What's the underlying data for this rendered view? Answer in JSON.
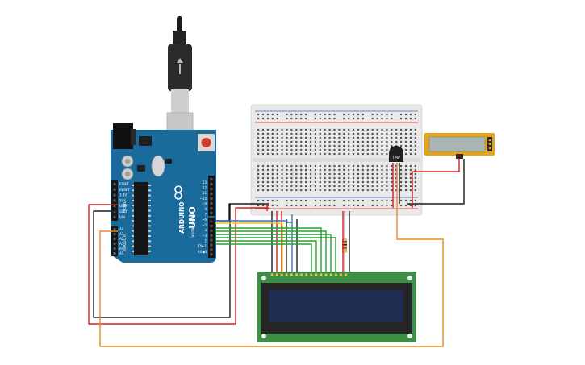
{
  "arduino": {
    "brand": "ARDUINO",
    "model": "UNO",
    "aref": "AREF",
    "gnd": "GND",
    "power_header": [
      "IOREF",
      "RESET",
      "3.3V",
      "5V",
      "GND",
      "GND",
      "VIN"
    ],
    "power_title": "POWER",
    "analog_header": [
      "A0",
      "A1",
      "A2",
      "A3",
      "A4",
      "A5"
    ],
    "analog_title": "ANALOG IN",
    "digital_header": [
      "13",
      "12",
      "~11",
      "~10",
      "~9",
      "8",
      "7",
      "~6",
      "~5",
      "4",
      "~3",
      "2",
      "TX▶1",
      "RX◀0"
    ],
    "digital_title": "DIGITAL (PWM~)"
  },
  "sensor": {
    "label": "TMP"
  },
  "colors": {
    "board": "#1a6a9c",
    "breadboard": "#e9e9e9",
    "lcd_pcb": "#3d8f48",
    "lcd_screen": "#1e2c52",
    "pot_frame": "#e6a21a",
    "wire_red": "#d42020",
    "wire_black": "#1b1b1b",
    "wire_orange": "#e88a20",
    "wire_green": "#26a030",
    "wire_yellow": "#e8c81a",
    "wire_blue": "#3a72c8"
  }
}
